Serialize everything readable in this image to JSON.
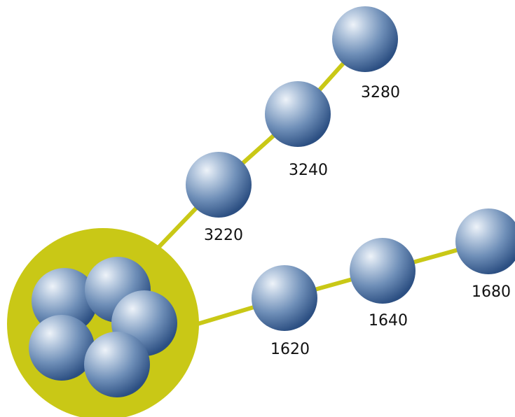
{
  "colors": {
    "background": "#ffffff",
    "connector": "#c9c816",
    "hub": "#c9c816",
    "sphere_light": "#dfe8f3",
    "sphere_mid": "#8aa6c8",
    "sphere_dark": "#2f5487"
  },
  "branches": [
    {
      "labels": [
        "3220",
        "3240",
        "3280"
      ]
    },
    {
      "labels": [
        "1620",
        "1640",
        "1680"
      ]
    }
  ]
}
